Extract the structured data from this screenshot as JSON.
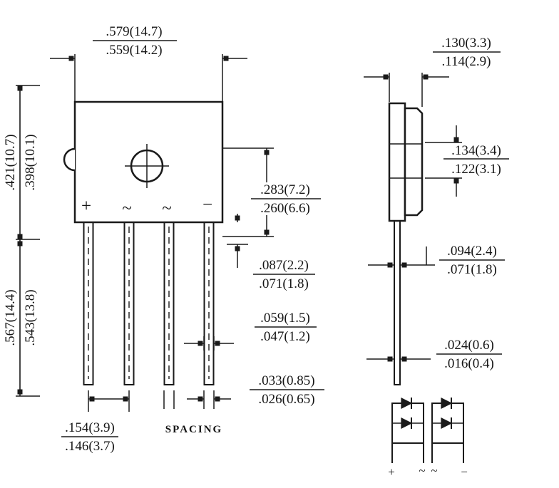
{
  "drawing": {
    "front": {
      "marks": [
        "+",
        "~",
        "~",
        "−"
      ],
      "dim_width": {
        "upper": ".579(14.7)",
        "lower": ".559(14.2)"
      },
      "dim_body_height": {
        "upper": ".421(10.7)",
        "lower": ".398(10.1)"
      },
      "dim_lead_length": {
        "upper": ".567(14.4)",
        "lower": ".543(13.8)"
      },
      "dim_hole": {
        "upper": ".283(7.2)",
        "lower": ".260(6.6)"
      },
      "dim_tab": {
        "upper": ".087(2.2)",
        "lower": ".071(1.8)"
      },
      "dim_lead_width": {
        "upper": ".059(1.5)",
        "lower": ".047(1.2)"
      },
      "dim_lead_tip": {
        "upper": ".033(0.85)",
        "lower": ".026(0.65)"
      },
      "dim_pitch": {
        "upper": ".154(3.9)",
        "lower": ".146(3.7)"
      },
      "spacing_label": "SPACING"
    },
    "side": {
      "dim_thickness": {
        "upper": ".130(3.3)",
        "lower": ".114(2.9)"
      },
      "dim_step": {
        "upper": ".134(3.4)",
        "lower": ".122(3.1)"
      },
      "dim_lead_offset": {
        "upper": ".094(2.4)",
        "lower": ".071(1.8)"
      },
      "dim_lead_thickness": {
        "upper": ".024(0.6)",
        "lower": ".016(0.4)"
      }
    },
    "schematic": {
      "terminals": [
        "+",
        "~",
        "~",
        "−"
      ]
    },
    "colors": {
      "ink": "#1a1a1a",
      "paper": "#ffffff"
    }
  }
}
